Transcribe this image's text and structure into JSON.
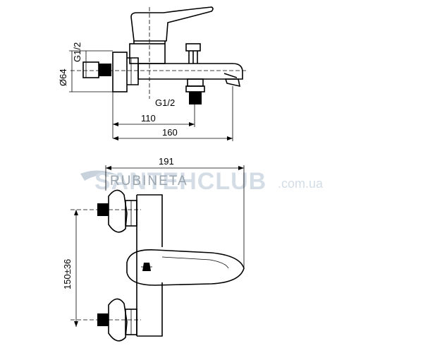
{
  "dimensions": {
    "thread_top": "G1/2",
    "diameter": "Ø64",
    "thread_bottom": "G1/2",
    "length_inner": "110",
    "length_outer": "160",
    "width_total": "191",
    "center_distance": "150±36"
  },
  "watermark": {
    "site_main": "SANTEHCLUB",
    "brand": "RUBINETA",
    "domain": ".com.ua"
  },
  "colors": {
    "line": "#000000",
    "watermark_light": "#d4dde6",
    "watermark_dark": "#9aa4ad"
  }
}
